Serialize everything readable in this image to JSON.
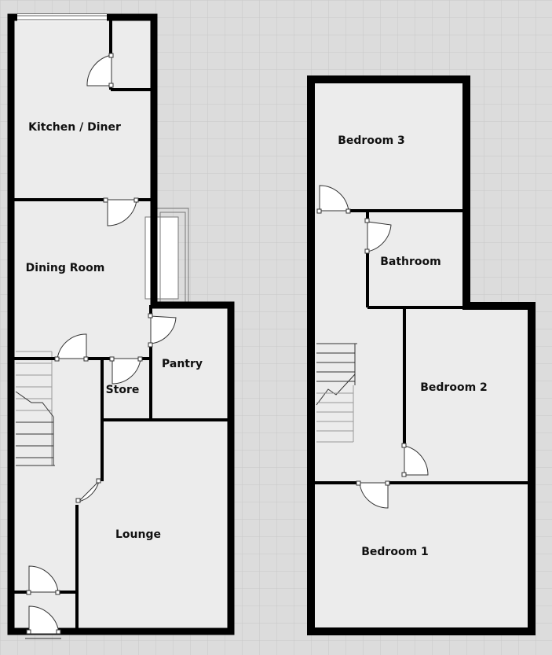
{
  "colors": {
    "background": "#dcdcdc",
    "grid": "#c8c8c8",
    "floor": "#ececec",
    "wall": "#000000",
    "door": "#ffffff"
  },
  "ground_floor": {
    "rooms": {
      "kitchen": "Kitchen / Diner",
      "dining": "Dining Room",
      "store": "Store",
      "pantry": "Pantry",
      "lounge": "Lounge"
    }
  },
  "first_floor": {
    "rooms": {
      "bed3": "Bedroom 3",
      "bathroom": "Bathroom",
      "bed2": "Bedroom 2",
      "bed1": "Bedroom 1"
    }
  }
}
